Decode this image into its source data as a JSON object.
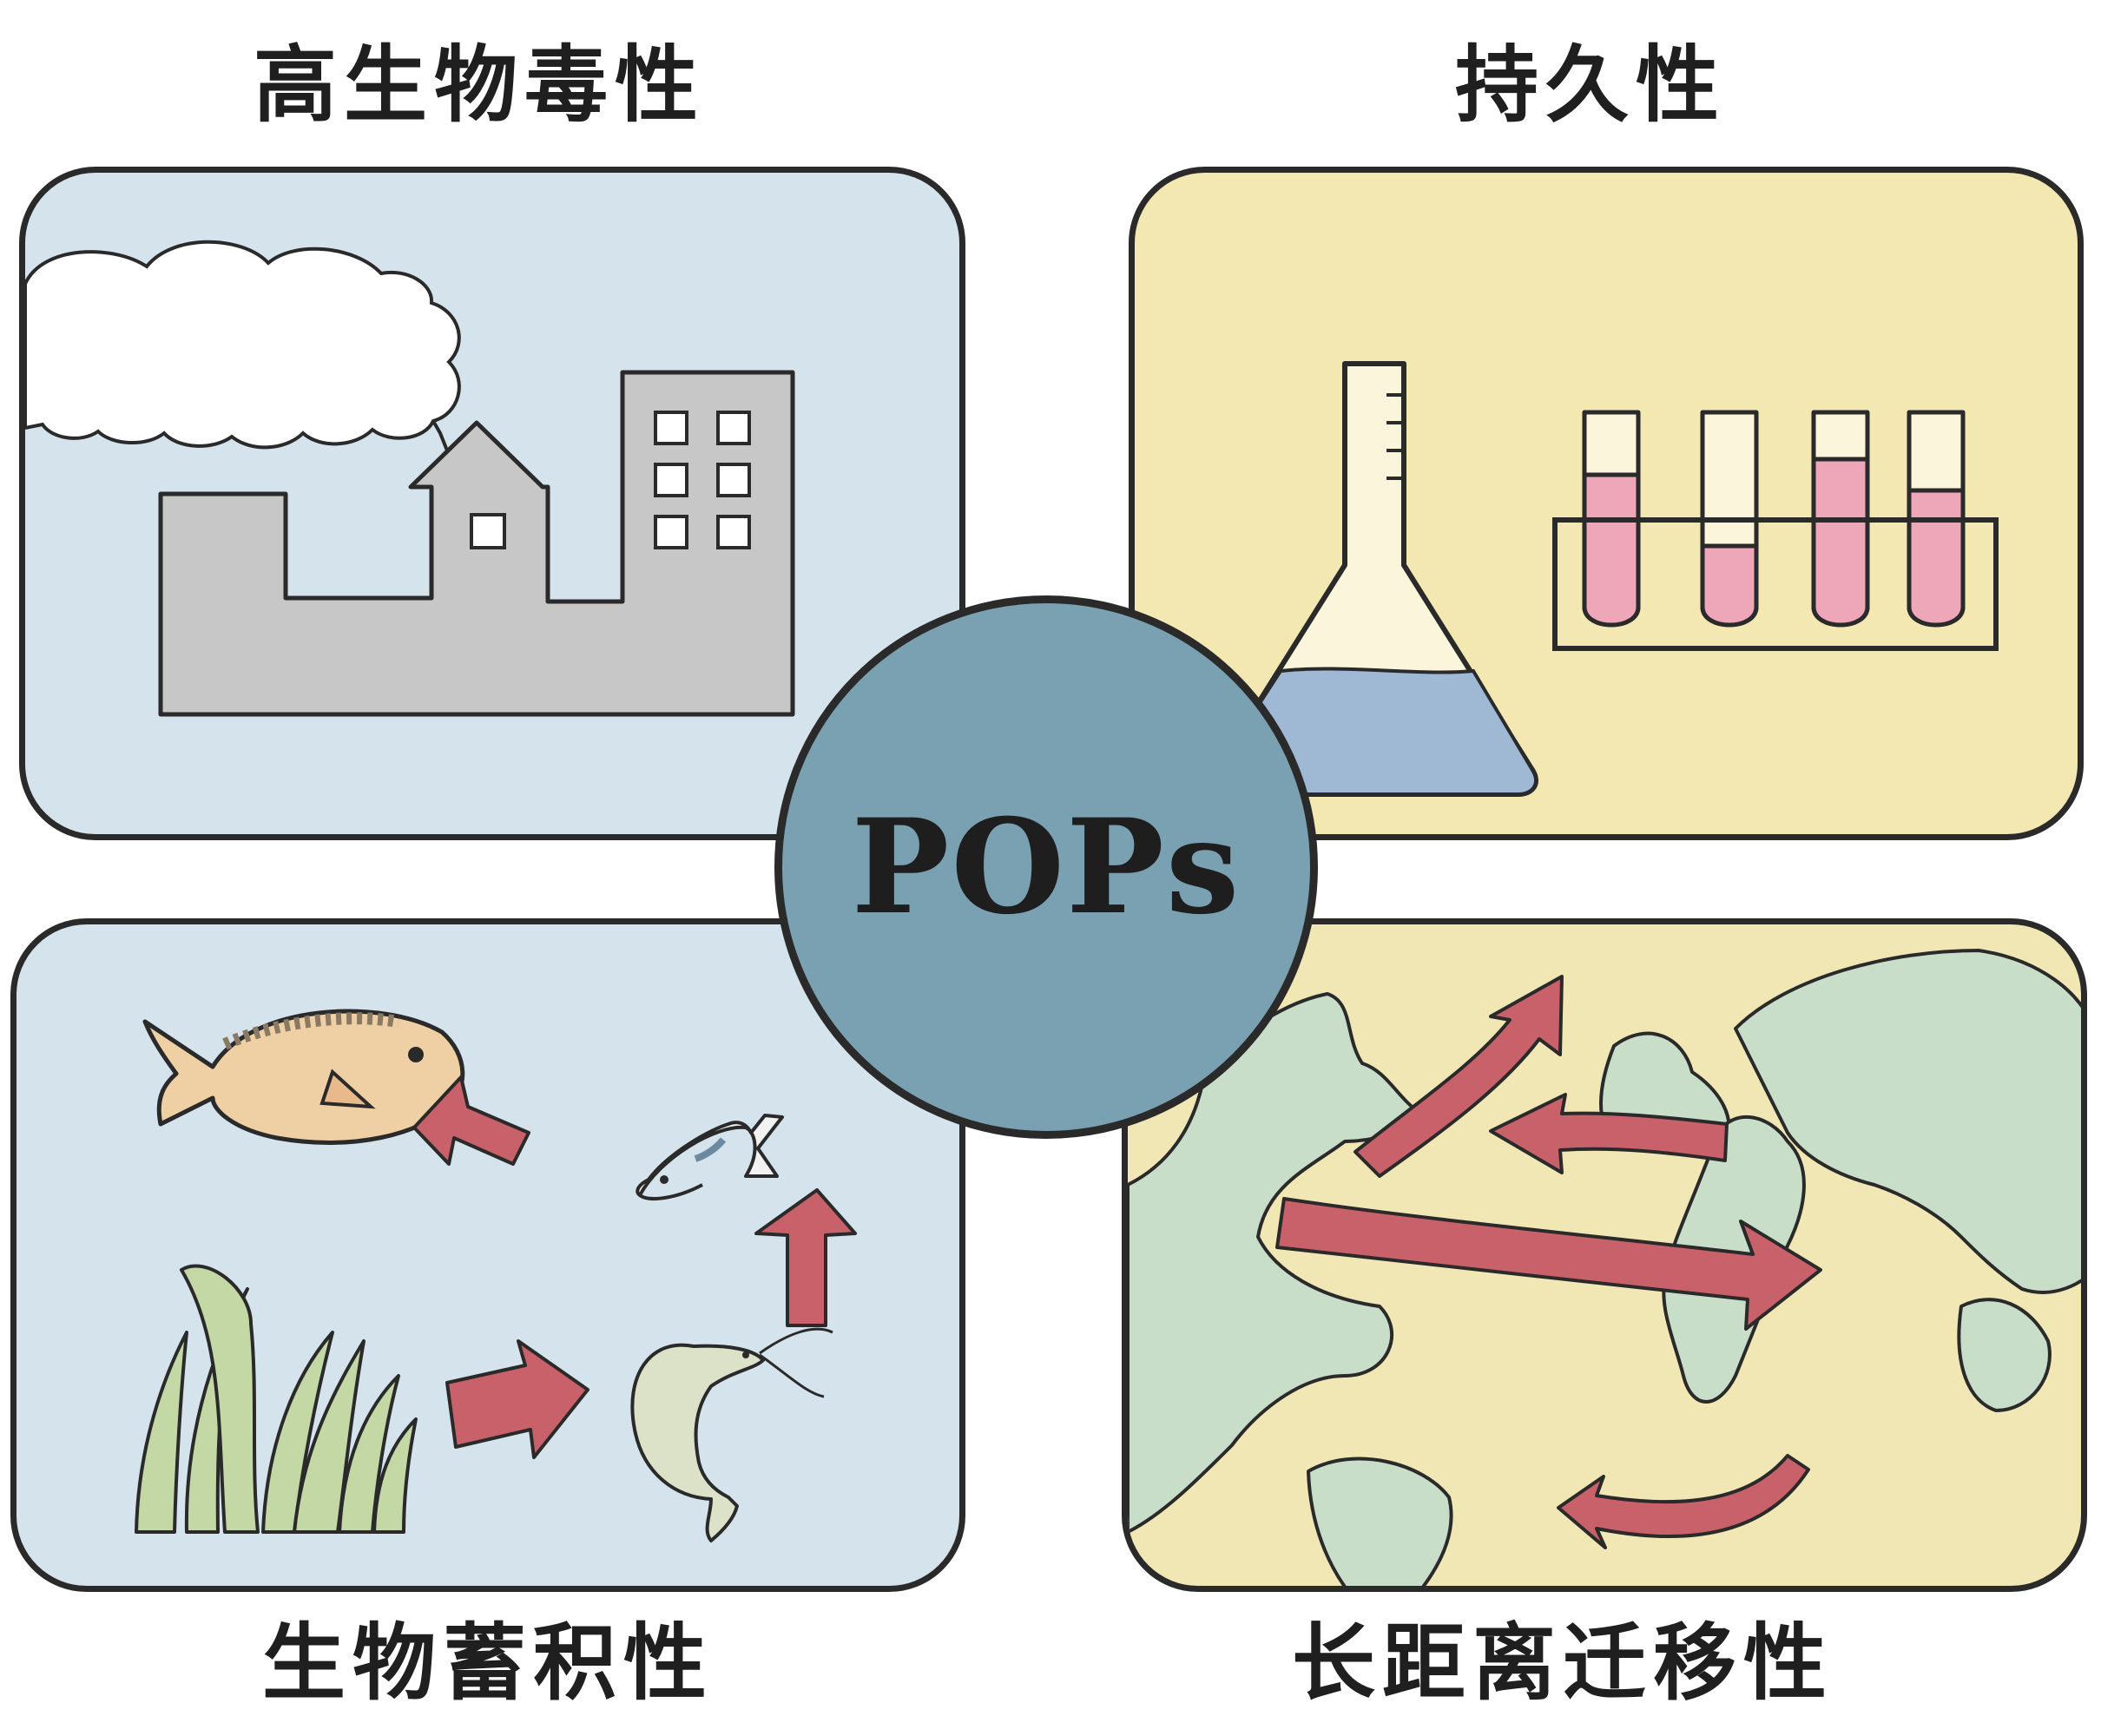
{
  "labels": {
    "top_left": "高生物毒性",
    "top_right": "持久性",
    "bottom_left": "生物蓄积性",
    "bottom_right": "长距离迁移性"
  },
  "center": {
    "text": "POPs"
  },
  "colors": {
    "blue_panel": "#d4e3ec",
    "yellow_panel": "#f3e7b2",
    "map_ocean": "#f1e7b5",
    "map_land": "#c8dec8",
    "arrow": "#c9616a",
    "circle": "#7aa1b2",
    "flask_liquid": "#9fb8d4",
    "tube_liquid": "#eea7b8"
  },
  "icons": [
    "smoke-cloud-icon",
    "factory-icon",
    "conical-flask-icon",
    "test-tube-rack-icon",
    "big-fish-icon",
    "small-fish-icon",
    "shrimp-icon",
    "seaweed-icon",
    "food-chain-arrow-icon",
    "world-map-icon",
    "migration-arrow-icon"
  ]
}
